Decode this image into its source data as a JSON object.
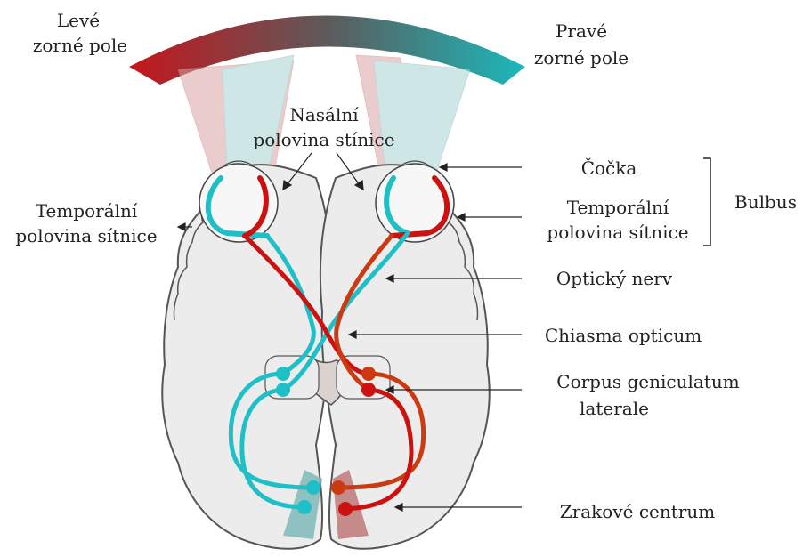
{
  "labels": {
    "left_field_1": "Levé",
    "left_field_2": "zorné pole",
    "right_field_1": "Pravé",
    "right_field_2": "zorné pole",
    "nasal_1": "Nasální",
    "nasal_2": "polovina stínice",
    "temporal_left_1": "Temporální",
    "temporal_left_2": "polovina sítnice",
    "lens": "Čočka",
    "temporal_right_1": "Temporální",
    "temporal_right_2": "polovina sítnice",
    "bulbus": "Bulbus",
    "optic_nerve": "Optický nerv",
    "chiasma": "Chiasma opticum",
    "lgn_1": "Corpus geniculatum",
    "lgn_2": "laterale",
    "visual_center": "Zrakové centrum"
  },
  "colors": {
    "left_field": "#c0171c",
    "right_field": "#1bb6b8",
    "cyan_path": "#1fbfc7",
    "red_path": "#cc1111",
    "orange_path": "#cc3a12",
    "brain_fill": "#ececec",
    "brain_stroke": "#555555"
  }
}
